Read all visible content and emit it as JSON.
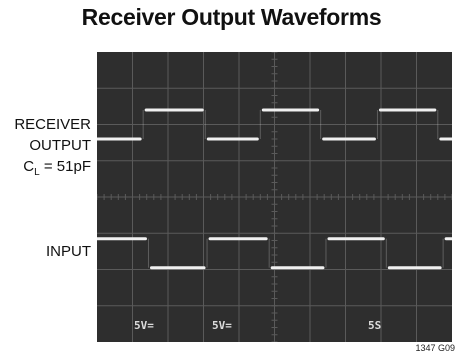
{
  "title": "Receiver Output Waveforms",
  "labels": {
    "receiver_line1": "RECEIVER",
    "receiver_line2": "OUTPUT",
    "receiver_line3_prefix": "C",
    "receiver_line3_sub": "L",
    "receiver_line3_suffix": " = 51pF",
    "input": "INPUT"
  },
  "scope_readouts": [
    "5V=",
    "5V=",
    "5S"
  ],
  "figure_code": "1347 G09",
  "colors": {
    "screen": "#2e2e2e",
    "grid": "#5a5a5a",
    "trace": "#f0f0f0"
  },
  "chart_data": {
    "type": "line",
    "title": "Receiver Output Waveforms",
    "xlabel": "",
    "ylabel": "",
    "x_divisions": 10,
    "y_divisions": 8,
    "grid": true,
    "series": [
      {
        "name": "RECEIVER OUTPUT",
        "channel_center_div": 6,
        "x_range_div": [
          0,
          10
        ],
        "edges_div": [
          1.3,
          3.05,
          4.6,
          6.3,
          7.9,
          9.6
        ],
        "initial_level": "low"
      },
      {
        "name": "INPUT",
        "channel_center_div": 2.45,
        "x_range_div": [
          0,
          10
        ],
        "edges_div": [
          1.45,
          3.1,
          4.85,
          6.45,
          8.15,
          9.75
        ],
        "initial_level": "high"
      }
    ]
  }
}
